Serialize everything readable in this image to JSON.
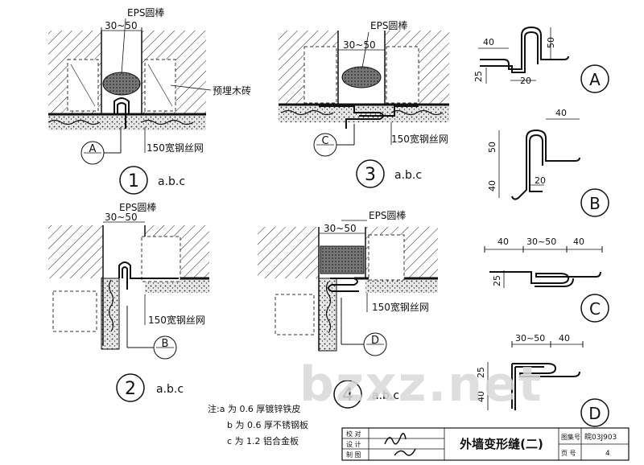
{
  "labels": {
    "eps": "EPS圆棒",
    "gap": "30~50",
    "wood": "预埋木砖",
    "mesh": "150宽钢丝网",
    "abc": "a.b.c"
  },
  "details": [
    {
      "num": "1",
      "ref": "A"
    },
    {
      "num": "2",
      "ref": "B"
    },
    {
      "num": "3",
      "ref": "C"
    },
    {
      "num": "4",
      "ref": "D"
    }
  ],
  "profiles": {
    "A": {
      "letter": "A",
      "dims": [
        "40",
        "50",
        "25",
        "20"
      ]
    },
    "B": {
      "letter": "B",
      "dims": [
        "40",
        "50",
        "40",
        "20"
      ]
    },
    "C": {
      "letter": "C",
      "dims": [
        "40",
        "30~50",
        "40",
        "25"
      ]
    },
    "D": {
      "letter": "D",
      "dims": [
        "30~50",
        "40",
        "25",
        "40"
      ]
    }
  },
  "notes": {
    "a": "注:a 为 0.6 厚镀锌铁皮",
    "b": "b 为 0.6 厚不锈钢板",
    "c": "c 为 1.2 铝合金板"
  },
  "titleblock": {
    "check": "校 对",
    "design": "设 计",
    "draw": "制 图",
    "title": "外墙变形缝(二)",
    "atlas_label": "图集号",
    "atlas": "皖03J903",
    "page_label": "页 号",
    "page": "4"
  },
  "watermark": "bzxz.net"
}
